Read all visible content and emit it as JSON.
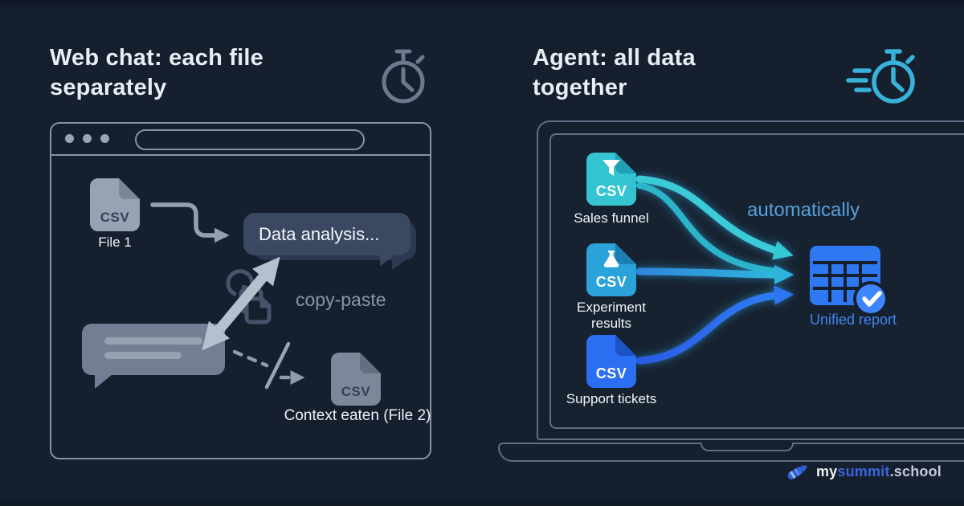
{
  "left_panel": {
    "title": "Web chat: each file separately",
    "timer_icon": "stopwatch-icon",
    "file1": {
      "badge": "CSV",
      "label": "File 1"
    },
    "chat_bubble_text": "Data analysis...",
    "copy_paste_label": "copy-paste",
    "file2": {
      "badge": "CSV",
      "label": "Context eaten (File 2)"
    }
  },
  "right_panel": {
    "title": "Agent: all data together",
    "timer_icon": "speed-stopwatch-icon",
    "automatically_label": "automatically",
    "sources": [
      {
        "badge": "CSV",
        "label": "Sales funnel",
        "glyph": "funnel-icon",
        "color": "#35c4d2"
      },
      {
        "badge": "CSV",
        "label": "Experiment results",
        "glyph": "flask-icon",
        "color": "#29a3d9"
      },
      {
        "badge": "CSV",
        "label": "Support tickets",
        "glyph": "",
        "color": "#2c6ef2"
      }
    ],
    "result": {
      "label": "Unified report",
      "icon": "table-check-icon"
    }
  },
  "brand": {
    "icon": "rocket-icon",
    "prefix": "my",
    "highlight": "summit",
    "suffix": ".school"
  },
  "colors": {
    "background": "#151f2e",
    "outline_gray": "#8593a5",
    "laptop_outline": "#5e6e84",
    "teal_arrow": "#3bcbd6",
    "mid_arrow": "#2fa9dc",
    "blue_arrow": "#2d6ff0",
    "automatically_text": "#57a0da",
    "unified_text": "#4084f0",
    "brand_blue": "#3a66dd"
  }
}
